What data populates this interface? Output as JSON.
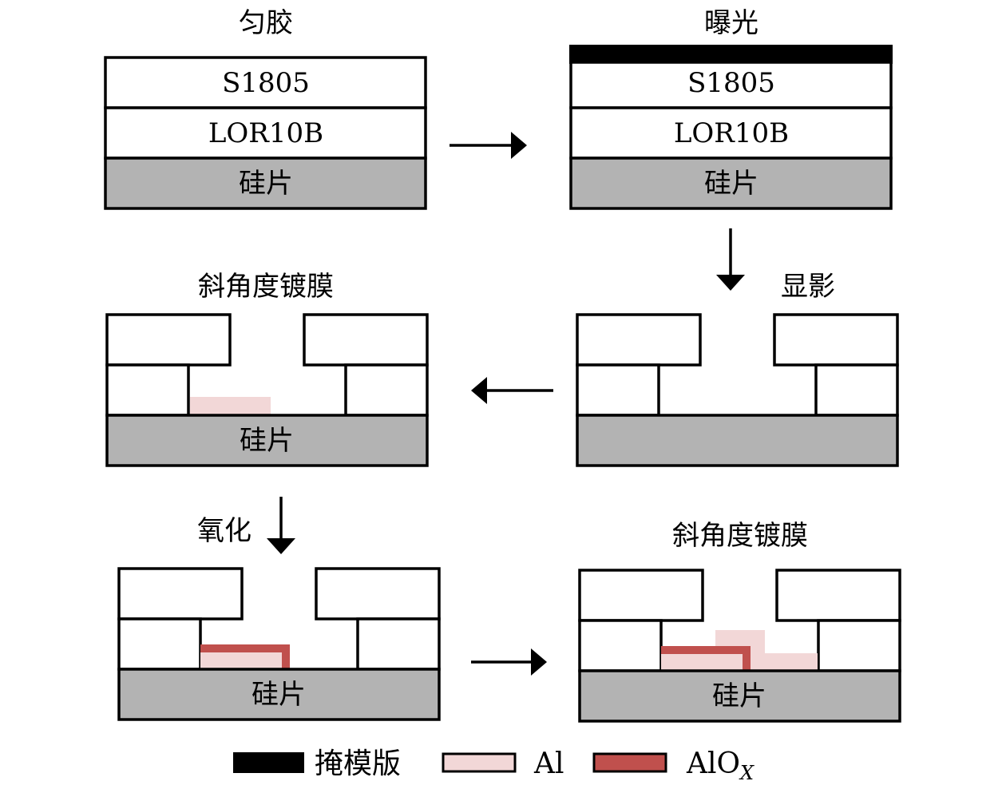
{
  "steps": {
    "spin_coat": "匀胶",
    "expose": "曝光",
    "develop": "显影",
    "angle_deposition_1": "斜角度镀膜",
    "oxidation": "氧化",
    "angle_deposition_2": "斜角度镀膜"
  },
  "layers": {
    "resist_top": "S1805",
    "resist_bottom": "LOR10B",
    "substrate": "硅片"
  },
  "legend": {
    "mask": "掩模版",
    "al": "Al",
    "alox_main": "AlO",
    "alox_sub": "X"
  },
  "colors": {
    "substrate": "#b3b3b3",
    "al": "#f2d7d7",
    "alox": "#c0504d",
    "mask": "#000000"
  }
}
